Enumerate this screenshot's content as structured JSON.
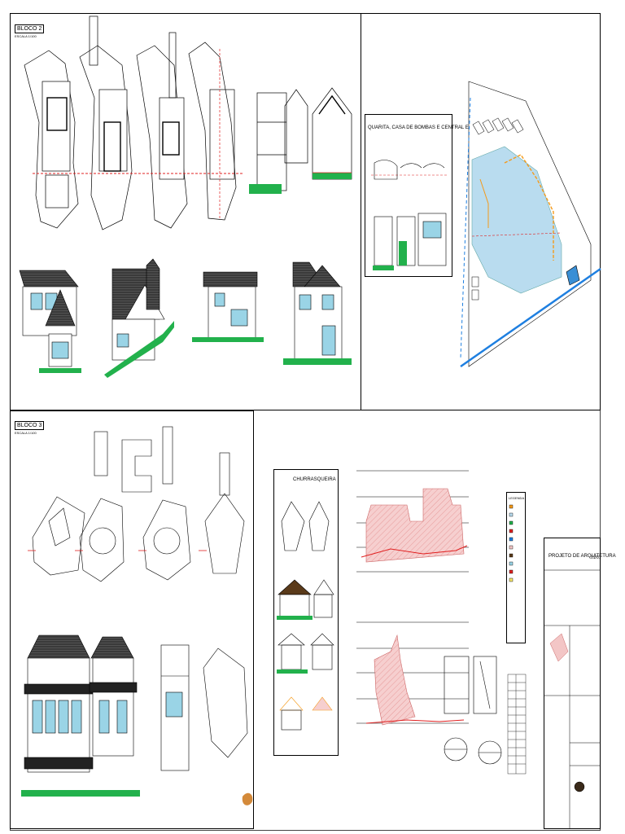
{
  "bloco2": {
    "title": "BLOCO 2",
    "sub": "ESCALA 1/100"
  },
  "bloco3": {
    "title": "BLOCO 3",
    "sub": "ESCALA 1/100"
  },
  "quarita": {
    "title": "QUARITA, CASA DE BOMBAS E CENTRAL ELETRICA"
  },
  "churrasqueira": {
    "title": "CHURRASQUEIRA"
  },
  "prancha": {
    "title": "PROJETO DE ARQUITETURA",
    "number": "01/01"
  },
  "legenda": {
    "title": "LEGENDA"
  },
  "colors": {
    "roof": "#2b2b2b",
    "glass": "#9ad4e6",
    "ground": "#22b14c",
    "axis": "#e02020",
    "terrain": "#f3c6c6",
    "site": "#b9dcef",
    "road": "#1e7fe0"
  }
}
